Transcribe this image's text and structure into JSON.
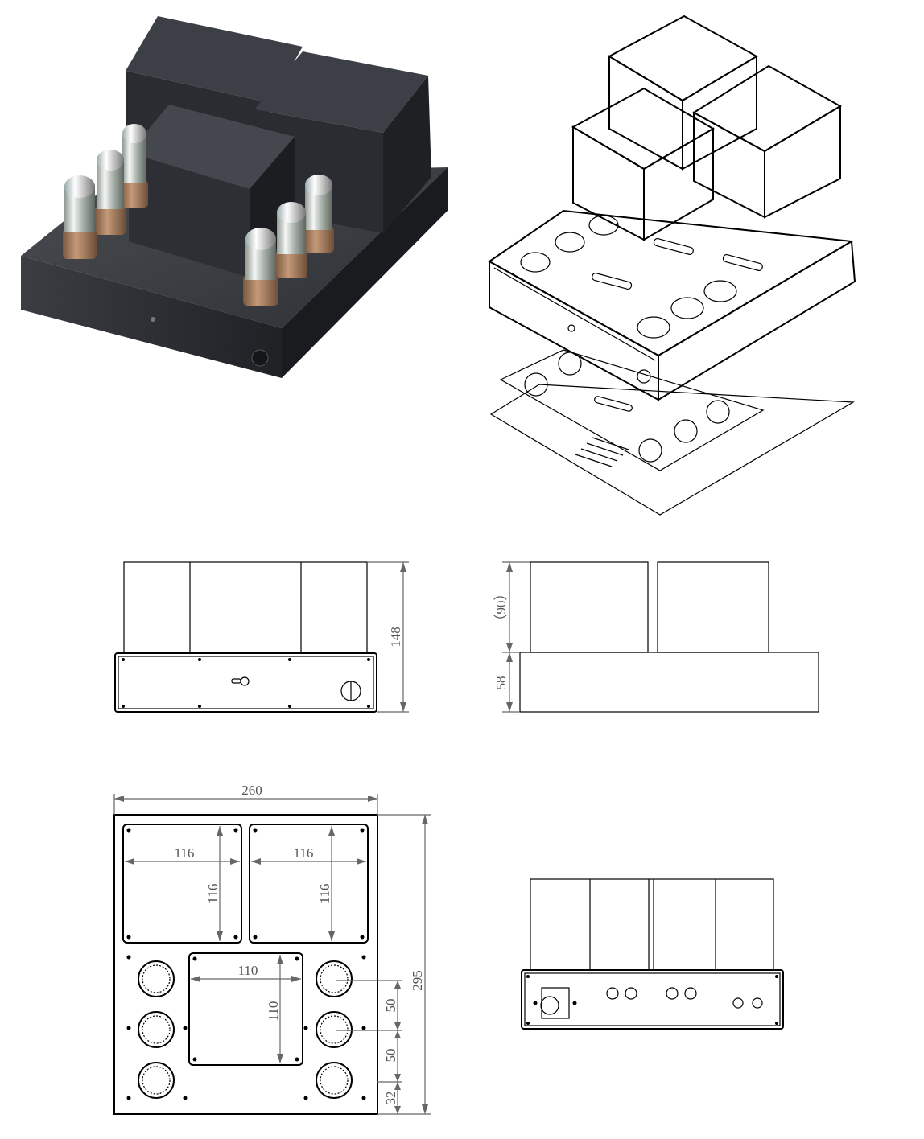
{
  "dimensions": {
    "side_height_total": "148",
    "front_height_upper": "（90）",
    "front_height_base": "58",
    "top_width": "260",
    "top_depth": "295",
    "transformer_left_width": "116",
    "transformer_left_depth": "116",
    "transformer_right_width": "116",
    "transformer_right_depth": "116",
    "choke_width": "110",
    "choke_depth": "110",
    "tube_pitch_1": "50",
    "tube_pitch_2": "50",
    "tube_edge_offset": "32"
  },
  "colors": {
    "chassis_dark": "#2b2d31",
    "tube_base": "#9c7456",
    "dimension_grey": "#666666"
  }
}
